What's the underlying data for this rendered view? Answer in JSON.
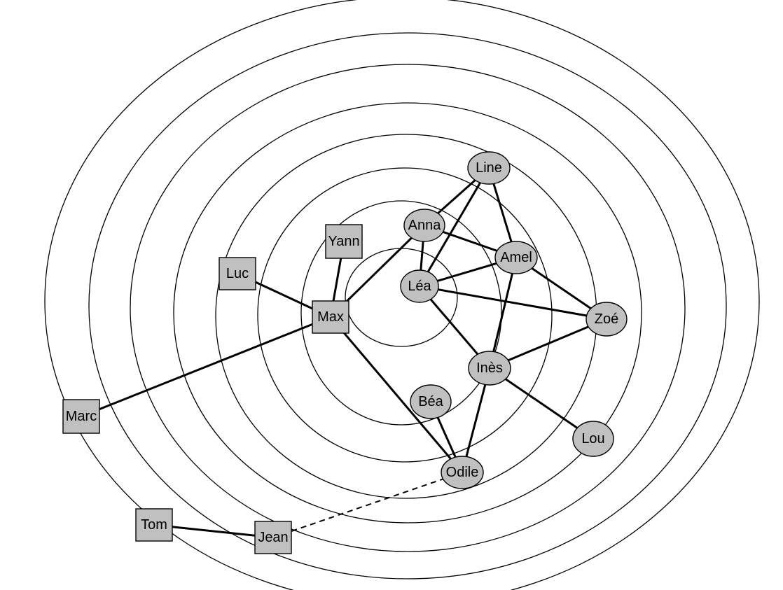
{
  "nodes": [
    {
      "id": "line",
      "label": "Line",
      "shape": "circle"
    },
    {
      "id": "anna",
      "label": "Anna",
      "shape": "circle"
    },
    {
      "id": "amel",
      "label": "Amel",
      "shape": "circle"
    },
    {
      "id": "lea",
      "label": "Léa",
      "shape": "circle"
    },
    {
      "id": "zoe",
      "label": "Zoé",
      "shape": "circle"
    },
    {
      "id": "ines",
      "label": "Inès",
      "shape": "circle"
    },
    {
      "id": "bea",
      "label": "Béa",
      "shape": "circle"
    },
    {
      "id": "lou",
      "label": "Lou",
      "shape": "circle"
    },
    {
      "id": "odile",
      "label": "Odile",
      "shape": "circle"
    },
    {
      "id": "yann",
      "label": "Yann",
      "shape": "square"
    },
    {
      "id": "luc",
      "label": "Luc",
      "shape": "square"
    },
    {
      "id": "max",
      "label": "Max",
      "shape": "square"
    },
    {
      "id": "marc",
      "label": "Marc",
      "shape": "square"
    },
    {
      "id": "tom",
      "label": "Tom",
      "shape": "square"
    },
    {
      "id": "jean",
      "label": "Jean",
      "shape": "square"
    }
  ],
  "edges": [
    {
      "from": "line",
      "to": "anna"
    },
    {
      "from": "line",
      "to": "lea"
    },
    {
      "from": "line",
      "to": "amel"
    },
    {
      "from": "anna",
      "to": "lea"
    },
    {
      "from": "anna",
      "to": "amel"
    },
    {
      "from": "anna",
      "to": "max"
    },
    {
      "from": "amel",
      "to": "lea"
    },
    {
      "from": "amel",
      "to": "zoe"
    },
    {
      "from": "amel",
      "to": "ines"
    },
    {
      "from": "lea",
      "to": "zoe"
    },
    {
      "from": "lea",
      "to": "ines"
    },
    {
      "from": "zoe",
      "to": "ines"
    },
    {
      "from": "ines",
      "to": "lou"
    },
    {
      "from": "ines",
      "to": "odile"
    },
    {
      "from": "bea",
      "to": "odile"
    },
    {
      "from": "max",
      "to": "odile"
    },
    {
      "from": "max",
      "to": "yann"
    },
    {
      "from": "max",
      "to": "luc"
    },
    {
      "from": "max",
      "to": "marc"
    },
    {
      "from": "tom",
      "to": "jean"
    },
    {
      "from": "jean",
      "to": "odile",
      "style": "dashed"
    }
  ],
  "ring_count": 8
}
